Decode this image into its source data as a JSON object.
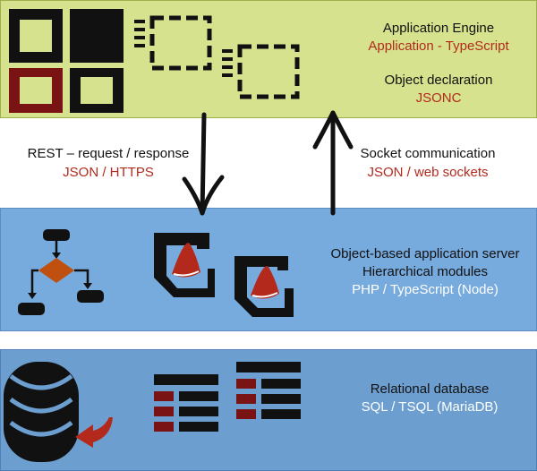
{
  "layers": {
    "app": {
      "title": "Application Engine",
      "tech": "Application - TypeScript",
      "decl_title": "Object declaration",
      "decl_tech": "JSONC"
    },
    "server": {
      "title": "Object-based application server",
      "subtitle": "Hierarchical modules",
      "tech": "PHP / TypeScript (Node)"
    },
    "db": {
      "title": "Relational database",
      "tech": "SQL / TSQL (MariaDB)"
    }
  },
  "links": {
    "rest": {
      "title": "REST – request / response",
      "tech": "JSON / HTTPS"
    },
    "socket": {
      "title": "Socket communication",
      "tech": "JSON / web sockets"
    }
  },
  "colors": {
    "app_layer": "#d6e28d",
    "server_layer": "#77aadd",
    "db_layer": "#6c9fd0",
    "accent_red": "#b32a1d",
    "dark_red": "#7a1414",
    "flow_orange": "#c0500f"
  },
  "icons": [
    "app-grid-icon",
    "window-outline-icon",
    "module-icon",
    "flowchart-icon",
    "database-icon",
    "table-list-icon"
  ]
}
